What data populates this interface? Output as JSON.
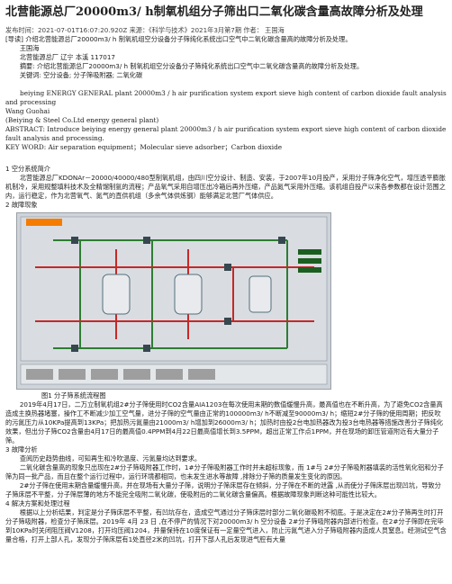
{
  "title": "北营能源总厂20000m3/ h制氧机组分子筛出口二氧化碳含量高故障分析及处理",
  "meta": "发布时间：2021-07-01T16:07:20.920Z    来源：《科学与技术》2021年3月第7期    作者： 王国海",
  "lead": "[导读] 介绍北营能源总厂20000m3/ h 制氧机组空分设备分子筛纯化系统出口空气中二氧化碳含量高的故障分析及处理。",
  "author": "王国海",
  "affiliation": "北营能源总厂  辽宁  本溪 117017",
  "abstract_cn": "摘要: 介绍北营能源总厂20000m3/ h 制氧机组空分设备分子筛纯化系统出口空气中二氧化碳含量高的故障分析及处理。",
  "keywords_cn": "关键词: 空分设备; 分子筛吸附器; 二氧化碳",
  "en_title": "beiying ENERGY GENERAL plant 20000m3 / h air purification system export sieve high content of carbon dioxide fault analysis and processing",
  "en_author": "Wang Guohai",
  "en_affil": "(Beiying & Steel Co.Ltd energy general plant)",
  "en_abstract": "ABSTRACT: Introduce beiying energy general plant 20000m3 / h air purification system export sieve high content of carbon dioxide fault analysis and processing.",
  "en_keywords": "KEY WORD: Air separation equipment；Molecular sieve adsorber；Carbon dioxide",
  "s1": "1 空分系统简介",
  "s1p": "北营能源总厂KDONAr－20000/40000/480型制氧机组，由四川空分设计、制造、安装，于2007年10月投产，采用分子筛净化空气，增压透平膨胀机制冷，采用规整填料技术及全精馏制氩的流程；产品氧气采用自增压出冷箱后再外压缩，产品氮气采用外压缩。该机组自投产以来各参数都在设计范围之内，运行稳定，作为北营氧气、氮气的直供机组（多余气体供炼钢）能够满足北营厂气体供应。",
  "s2": "2 故障现象",
  "caption": "图1   分子筛系统流程图",
  "s2p": "2019年4月17日，二万立制氧机组2#分子筛使用时CO2含量AIA1203在每次使用末期的数值缓慢升高，最高值也在不断升高，为了避免CO2含量高造成主换热器堵塞，操作工不断减少加工空气量，进分子筛的空气量由正常的100000m3/ h不断减至90000m3/ h；缩短2#分子筛的使用周期；把反吹的污氮压力从10KPa提高到13KPa；把加热污氮量由21000m3/ h增加到26000m3/ h；加热时由投2台电加热器改为投3台电热器等措施改善分子筛纯化效果，但出分子筛CO2含量由4月17日的最高值0.4PPM到4月22日最高值增长到3.5PPM，超出正常工作点1PPM，并在现场的卸压管道附近有大量分子筛。",
  "s3": "3 故障分析",
  "s3p1": "查阅历史趋势曲线，可知再生和冷吹温度、污氮量均达到要求。",
  "s3p2": "二氧化碳含量高的现象只出现在2#分子筛吸附器工作时，1#分子筛吸附器工作时并未超标现象，而 1#与 2#分子筛吸附器填装的活性氧化铝和分子筛为同一批产品，而且在整个运行过程中，运行环境都相同，也未发生进水等故障 ,排除分子筛的质量发生变化的原因。",
  "s3p3": "2#分子筛在使用末期含量缓慢升高，并在现场有大量分子筛，说明分子筛床层存在倾斜，分子筛在不断的泄露 ,从而使分子筛床层出现凹坑，导致分子筛床层不平整，分子筛层薄的地方不能完全吸附二氧化碳，使吸附后的二氧化碳含量偏高。根据故障现象判断这种可能性比较大。",
  "s4": "4 解决方案和处理过程",
  "s4p": "根据以上分析结果，判定是分子筛床层不平整，有凹坑存在，造成空气通过分子筛床层时部分二氧化碳吸附不彻底。于是决定在2#分子筛再生时打开分子筛吸附器，检查分子筛床层。2019年 4月 23 日 ,在不停产的情况下对20000m3/ h 空分设备 2#分子筛吸附器内部进行检查。在2#分子筛即在完毕到10KPa时关闭阻压阀V1208，打开均压阀1204，并量保持在10度保证有一定量空气进入，防止污氮气进入分子筛吸附器内造成人员窒息。经测试空气含量合格，打开上部人孔，发现分子筛床层有1处直径2米的凹坑，打开下部人孔后发现进气腔有大量"
}
